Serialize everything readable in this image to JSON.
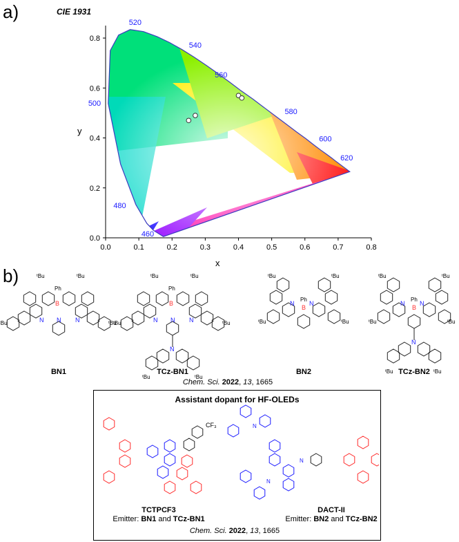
{
  "panel_a": {
    "label": "a)"
  },
  "panel_b": {
    "label": "b)"
  },
  "chart_data": {
    "type": "scatter",
    "title": "CIE 1931",
    "xlabel": "x",
    "ylabel": "y",
    "xlim": [
      0.0,
      0.8
    ],
    "ylim": [
      0.0,
      0.85
    ],
    "xticks": [
      "0.0",
      "0.1",
      "0.2",
      "0.3",
      "0.4",
      "0.5",
      "0.6",
      "0.7",
      "0.8"
    ],
    "yticks": [
      "0.0",
      "0.2",
      "0.4",
      "0.6",
      "0.8"
    ],
    "points": [
      {
        "x": 0.25,
        "y": 0.47
      },
      {
        "x": 0.27,
        "y": 0.49
      },
      {
        "x": 0.4,
        "y": 0.57
      },
      {
        "x": 0.41,
        "y": 0.56
      }
    ],
    "wavelength_labels": [
      {
        "text": "460",
        "x": 0.17,
        "y": 0.005
      },
      {
        "text": "480",
        "x": 0.09,
        "y": 0.13
      },
      {
        "text": "500",
        "x": 0.01,
        "y": 0.54
      },
      {
        "text": "520",
        "x": 0.07,
        "y": 0.83
      },
      {
        "text": "540",
        "x": 0.23,
        "y": 0.75
      },
      {
        "text": "560",
        "x": 0.37,
        "y": 0.62
      },
      {
        "text": "580",
        "x": 0.51,
        "y": 0.49
      },
      {
        "text": "600",
        "x": 0.63,
        "y": 0.37
      },
      {
        "text": "620",
        "x": 0.69,
        "y": 0.31
      }
    ]
  },
  "molecules": {
    "bn1": "BN1",
    "tczbn1": "TCz-BN1",
    "bn2": "BN2",
    "tczbn2": "TCz-BN2",
    "tbu": "tBu",
    "ph": "Ph",
    "b": "B",
    "n": "N",
    "cf3": "CF3"
  },
  "citation_top": {
    "journal": "Chem. Sci.",
    "year": "2022",
    "volume": "13",
    "page": "1665"
  },
  "assistant_box": {
    "title": "Assistant dopant for HF-OLEDs",
    "left_name": "TCTPCF3",
    "left_emitter_prefix": "Emitter: ",
    "left_emitter_a": "BN1",
    "left_emitter_and": " and ",
    "left_emitter_b": "TCz-BN1",
    "right_name": "DACT-II",
    "right_emitter_prefix": "Emitter: ",
    "right_emitter_a": "BN2",
    "right_emitter_and": " and ",
    "right_emitter_b": "TCz-BN2"
  },
  "citation_bottom": {
    "journal": "Chem. Sci.",
    "year": "2022",
    "volume": "13",
    "page": "1665"
  },
  "colors": {
    "structure_black": "#222222",
    "donor_blue": "#1a1aff",
    "acceptor_red": "#ff2a2a",
    "boron_red": "#ff3333",
    "wavelength_blue": "#1a1aff"
  }
}
